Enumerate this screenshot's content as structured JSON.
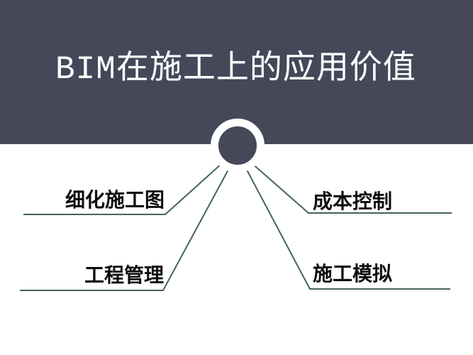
{
  "slide": {
    "title": "BIM在施工上的应用价值",
    "hub": {
      "shape": "circle"
    },
    "nodes": [
      {
        "id": "top-left",
        "label": "细化施工图"
      },
      {
        "id": "top-right",
        "label": "成本控制"
      },
      {
        "id": "bottom-left",
        "label": "工程管理"
      },
      {
        "id": "bottom-right",
        "label": "施工模拟"
      }
    ],
    "colors": {
      "header": "#444859",
      "title": "#ffffff",
      "connector": "#44635f",
      "label": "#0d0d0d",
      "background": "#ffffff"
    }
  }
}
